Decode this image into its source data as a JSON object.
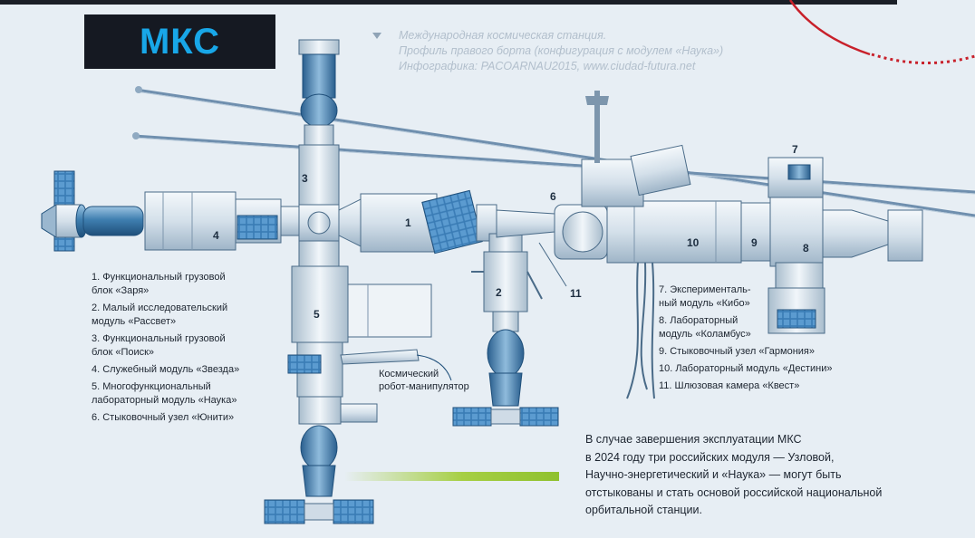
{
  "title": "МКС",
  "credit": [
    "Международная космическая станция.",
    "Профиль правого борта (конфигурация с модулем «Наука»)",
    "Инфографика: PACOARNAU2015, www.ciudad-futura.net"
  ],
  "module_numbers": [
    "1",
    "2",
    "3",
    "4",
    "5",
    "6",
    "7",
    "8",
    "9",
    "10",
    "11"
  ],
  "legend_left": [
    [
      "1. Функциональный грузовой",
      "блок «Заря»"
    ],
    [
      "2. Малый исследовательский",
      "модуль «Рассвет»"
    ],
    [
      "3. Функциональный грузовой",
      "блок «Поиск»"
    ],
    [
      "4. Служебный модуль «Звезда»"
    ],
    [
      "5. Многофункциональный",
      "лабораторный модуль «Наука»"
    ],
    [
      "6. Стыковочный узел «Юнити»"
    ]
  ],
  "legend_right": [
    [
      "7. Эксперименталь-",
      "ный модуль «Кибо»"
    ],
    [
      "8. Лабораторный",
      "модуль «Коламбус»"
    ],
    [
      "9. Стыковочный узел «Гармония»"
    ],
    [
      "10. Лабораторный модуль «Дестини»"
    ],
    [
      "11. Шлюзовая камера «Квест»"
    ]
  ],
  "manipulator_label": [
    "Космический",
    "робот-манипулятор"
  ],
  "note": [
    "В случае завершения эксплуатации МКС",
    "в 2024 году три российских модуля — Узловой,",
    "Научно-энергетический и «Наука» — могут быть",
    "отстыкованы и стать основой российской национальной",
    "орбитальной станции."
  ],
  "colors": {
    "title_text": "#18a7e8",
    "title_bg": "#151922",
    "module_blue": "#3f7fb0",
    "module_light": "#dce6ee",
    "accent_red": "#c8202a",
    "green_bar": "#8fc12e"
  }
}
